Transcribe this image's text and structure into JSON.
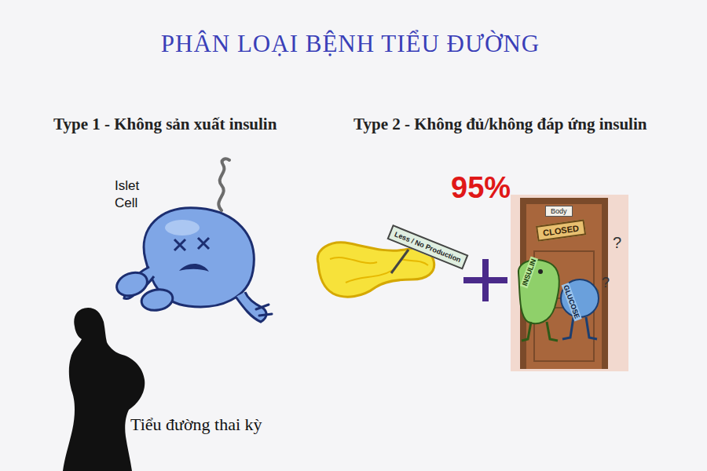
{
  "diagram": {
    "title": "PHÂN LOẠI BỆNH TIỂU ĐƯỜNG",
    "nodes": [
      {
        "text": [
          "Less / No Production"
        ]
      },
      {
        "text": [
          "Body"
        ]
      },
      {
        "text": [
          "CLOSED"
        ]
      }
    ],
    "labels": [
      "Type 1 - Không sản xuất insulin",
      "Type 2 - Không đủ/không đáp ứng insulin",
      "Islet Cell",
      "95%",
      "INSULIN",
      "GLUCOSE",
      "?",
      "?",
      "Tiểu đường thai kỳ"
    ]
  }
}
